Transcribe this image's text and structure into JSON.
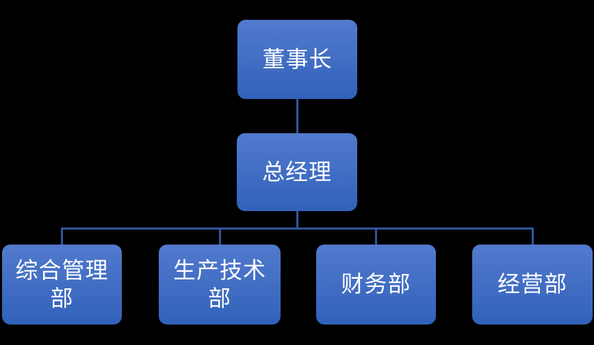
{
  "org_chart": {
    "type": "org-tree",
    "nodes": {
      "chairman": {
        "label": "董事长",
        "level": 1,
        "reports_to": null
      },
      "general_manager": {
        "label": "总经理",
        "level": 2,
        "reports_to": "chairman"
      },
      "dept_admin": {
        "label": "综合管理部",
        "level": 3,
        "reports_to": "general_manager"
      },
      "dept_tech": {
        "label": "生产技术部",
        "level": 3,
        "reports_to": "general_manager"
      },
      "dept_finance": {
        "label": "财务部",
        "level": 3,
        "reports_to": "general_manager"
      },
      "dept_business": {
        "label": "经营部",
        "level": 3,
        "reports_to": "general_manager"
      }
    },
    "colors": {
      "background": "#000000",
      "node_gradient_top": "#527ACD",
      "node_gradient_bottom": "#3162BA",
      "connector": "#31569E",
      "text": "#FFFFFF"
    }
  }
}
